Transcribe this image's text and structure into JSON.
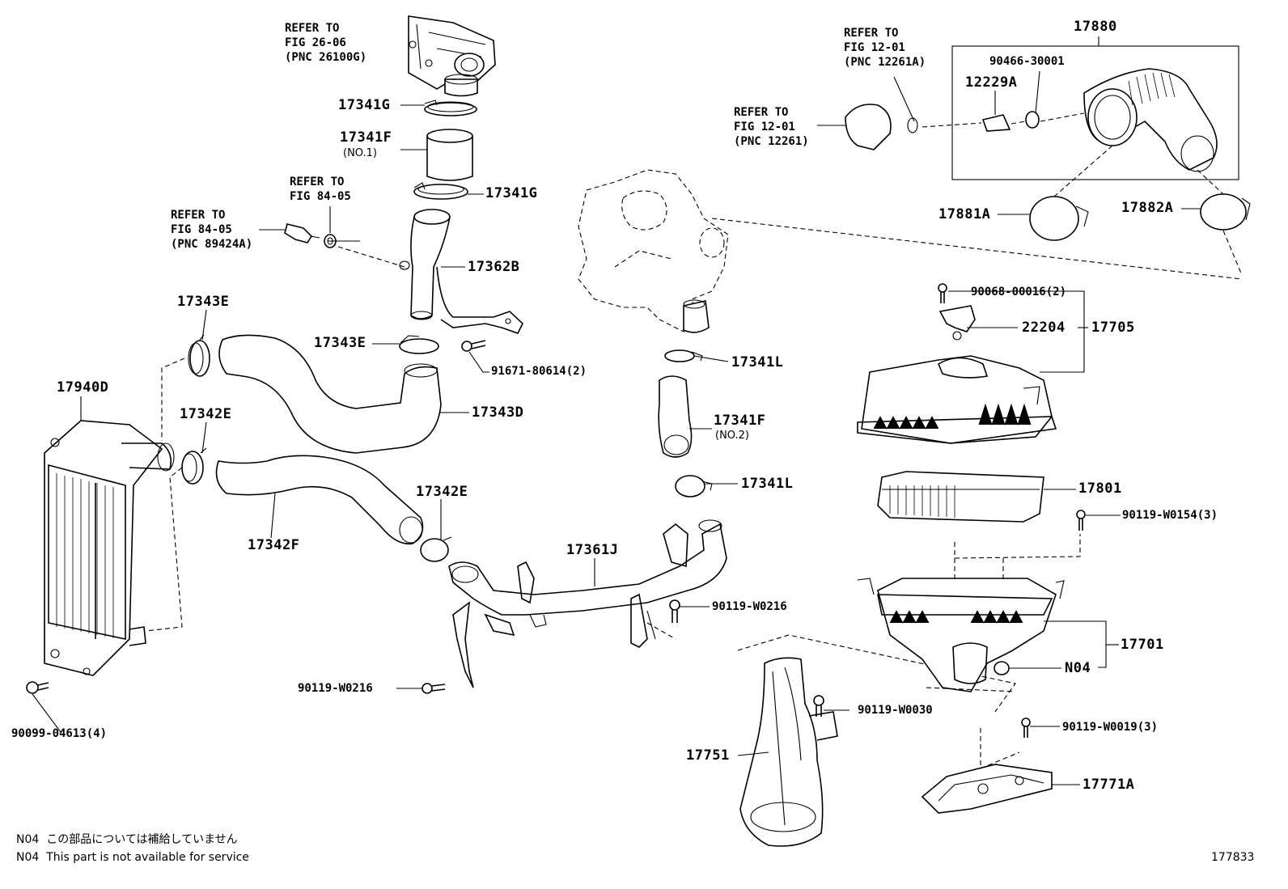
{
  "labels": {
    "ref_26_06": {
      "line1": "REFER TO",
      "line2": "FIG 26-06",
      "line3": "(PNC 26100G)"
    },
    "ref_84_05_a": {
      "line1": "REFER TO",
      "line2": "FIG 84-05"
    },
    "ref_84_05_b": {
      "line1": "REFER TO",
      "line2": "FIG 84-05",
      "line3": "(PNC 89424A)"
    },
    "ref_12_01_a": {
      "line1": "REFER TO",
      "line2": "FIG 12-01",
      "line3": "(PNC 12261A)"
    },
    "ref_12_01_b": {
      "line1": "REFER TO",
      "line2": "FIG 12-01",
      "line3": "(PNC 12261)"
    },
    "p17341G_top": "17341G",
    "p17341F_top": "17341F",
    "p17341F_top_sub": "(NO.1)",
    "p17341G_mid": "17341G",
    "p17362B": "17362B",
    "p17343E_left": "17343E",
    "p17343E_mid": "17343E",
    "p91671": "91671-80614(2)",
    "p17940D": "17940D",
    "p17342E_left": "17342E",
    "p17343D": "17343D",
    "p17342F": "17342F",
    "p17342E_right": "17342E",
    "p17361J": "17361J",
    "p90119_W0216_a": "90119-W0216",
    "p90119_W0216_b": "90119-W0216",
    "p90099": "90099-04613(4)",
    "p17341L_top": "17341L",
    "p17341F_low": "17341F",
    "p17341F_low_sub": "(NO.2)",
    "p17341L_low": "17341L",
    "p17880": "17880",
    "p90466": "90466-30001",
    "p12229A": "12229A",
    "p17881A": "17881A",
    "p17882A": "17882A",
    "p90068": "90068-00016(2)",
    "p22204": "22204",
    "p17705": "17705",
    "p17801": "17801",
    "p90119_W0154": "90119-W0154(3)",
    "p17701": "17701",
    "pN04": "N04",
    "p90119_W0030": "90119-W0030",
    "p17751": "17751",
    "p90119_W0019": "90119-W0019(3)",
    "p17771A": "17771A"
  },
  "notes": {
    "jp": {
      "code": "N04",
      "text": "この部品については補給していません"
    },
    "en": {
      "code": "N04",
      "text": "This part is not available for service"
    }
  },
  "figure_number": "177833"
}
